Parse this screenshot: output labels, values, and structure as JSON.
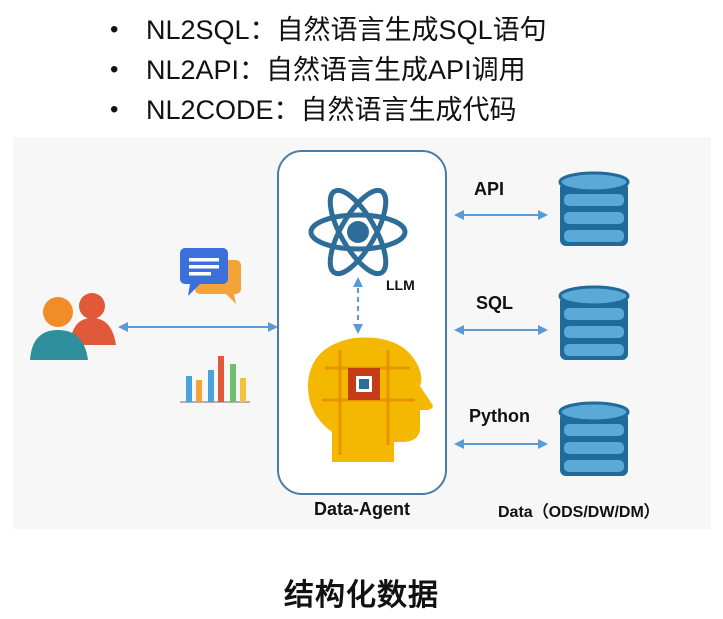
{
  "bullets": [
    {
      "text": "NL2SQL：自然语言生成SQL语句"
    },
    {
      "text": "NL2API：自然语言生成API调用"
    },
    {
      "text": "NL2CODE：自然语言生成代码"
    }
  ],
  "bullet_marker": "•",
  "diagram": {
    "llm_label": "LLM",
    "agent_label": "Data-Agent",
    "links": [
      {
        "label": "API"
      },
      {
        "label": "SQL"
      },
      {
        "label": "Python"
      }
    ],
    "data_label": "Data（ODS/DW/DM）"
  },
  "caption": "结构化数据",
  "colors": {
    "arrow": "#5b9bd5",
    "agent_box": "#4a7ca8",
    "db_dark": "#1f6b9c",
    "db_light": "#5aa9d6",
    "head": "#f5b800",
    "atom": "#2e6d97"
  }
}
